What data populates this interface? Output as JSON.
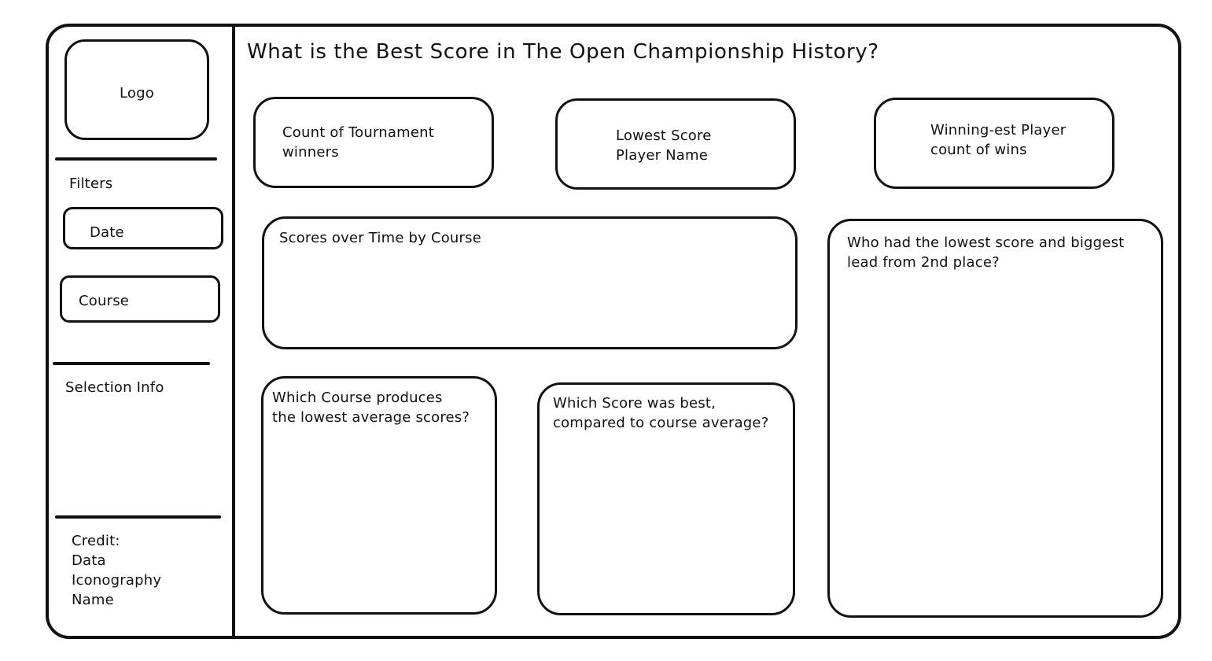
{
  "title": "What is the Best Score in The Open Championship History?",
  "sidebar": {
    "logo_label": "Logo",
    "filters_label": "Filters",
    "filters": [
      {
        "label": "Date"
      },
      {
        "label": "Course"
      }
    ],
    "selection_info_label": "Selection Info",
    "credit_text": "Credit:\nData\nIconography\nName"
  },
  "kpis": [
    {
      "text": "Count of Tournament\nwinners"
    },
    {
      "text": "Lowest Score\nPlayer Name"
    },
    {
      "text": "Winning-est Player\ncount of wins"
    }
  ],
  "panels": {
    "scores_over_time": "Scores over Time by Course",
    "lowest_score_lead": "Who had the lowest score and biggest\nlead from 2nd place?",
    "course_lowest_average": "Which Course produces\nthe lowest average scores?",
    "best_vs_course_average": "Which Score was best,\ncompared to course average?"
  },
  "colors": {
    "stroke": "#111111",
    "background": "#ffffff"
  }
}
